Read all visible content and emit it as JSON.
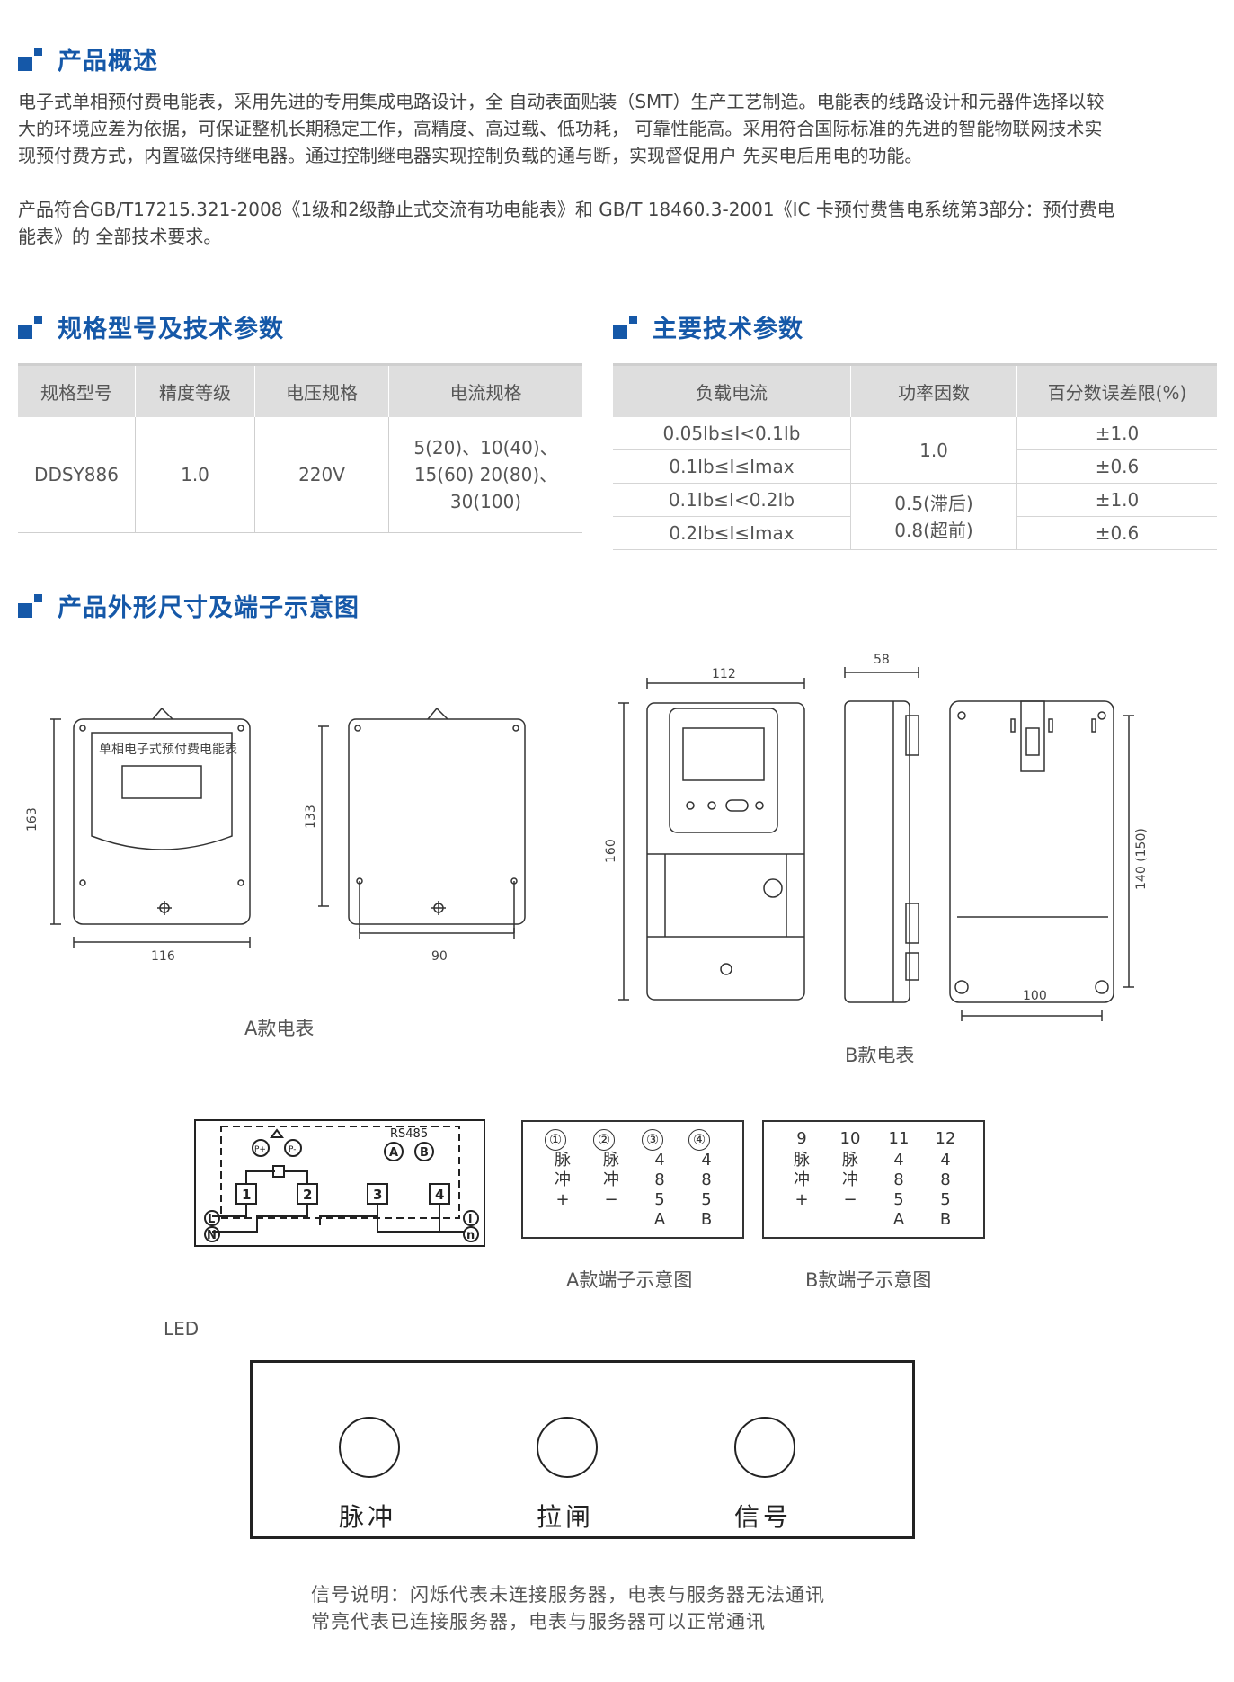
{
  "sections": {
    "overview": "产品概述",
    "spec": "规格型号及技术参数",
    "tech": "主要技术参数",
    "outline": "产品外形尺寸及端子示意图"
  },
  "paragraphs": {
    "p1_l1": "电子式单相预付费电能表，采用先进的专用集成电路设计，全 自动表面贴装（SMT）生产工艺制造。电能表的线路设计和元器件选择以较",
    "p1_l2": "大的环境应差为依据，可保证整机长期稳定工作，高精度、高过载、低功耗， 可靠性能高。采用符合国际标准的先进的智能物联网技术实",
    "p1_l3": "现预付费方式，内置磁保持继电器。通过控制继电器实现控制负载的通与断，实现督促用户 先买电后用电的功能。",
    "p2_l1": "产品符合GB/T17215.321-2008《1级和2级静止式交流有功电能表》和 GB/T 18460.3-2001《IC 卡预付费售电系统第3部分：预付费电",
    "p2_l2": "能表》的 全部技术要求。"
  },
  "spec_table": {
    "headers": [
      "规格型号",
      "精度等级",
      "电压规格",
      "电流规格"
    ],
    "row": [
      "DDSY886",
      "1.0",
      "220V"
    ],
    "current_l1": "5(20)、10(40)、",
    "current_l2": "15(60) 20(80)、",
    "current_l3": "30(100)"
  },
  "tech_table": {
    "headers": [
      "负载电流",
      "功率因数",
      "百分数误差限(%)"
    ],
    "loads": [
      "0.05Ib≤I<0.1Ib",
      "0.1Ib≤I≤Imax",
      "0.1Ib≤I<0.2Ib",
      "0.2Ib≤I≤Imax"
    ],
    "pf1": "1.0",
    "pf2_l1": "0.5(滞后)",
    "pf2_l2": "0.8(超前)",
    "errors": [
      "±1.0",
      "±0.6",
      "±1.0",
      "±0.6"
    ]
  },
  "drawing_a": {
    "front_label": "单相电子式预付费电能表",
    "dims": {
      "height": "163",
      "width": "116",
      "hole_h": "133",
      "hole_w": "90"
    },
    "caption": "A款电表"
  },
  "drawing_b": {
    "dims": {
      "width": "112",
      "depth": "58",
      "height": "160",
      "hole_h": "140 (150)",
      "hole_w": "100"
    },
    "caption": "B款电表"
  },
  "wiring": {
    "rs485": "RS485",
    "pins": [
      "1",
      "2",
      "3",
      "4"
    ],
    "ab": [
      "A",
      "B"
    ],
    "pp": [
      "P+",
      "P-"
    ],
    "ends_left": [
      "L",
      "N"
    ],
    "ends_right": [
      "l",
      "n"
    ]
  },
  "terminals_a": {
    "nums": [
      "①",
      "②",
      "③",
      "④"
    ],
    "cols": [
      [
        "脉",
        "冲",
        "+"
      ],
      [
        "脉",
        "冲",
        "−"
      ],
      [
        "4",
        "8",
        "5",
        "A"
      ],
      [
        "4",
        "8",
        "5",
        "B"
      ]
    ],
    "caption": "A款端子示意图"
  },
  "terminals_b": {
    "nums": [
      "9",
      "10",
      "11",
      "12"
    ],
    "cols": [
      [
        "脉",
        "冲",
        "+"
      ],
      [
        "脉",
        "冲",
        "−"
      ],
      [
        "4",
        "8",
        "5",
        "A"
      ],
      [
        "4",
        "8",
        "5",
        "B"
      ]
    ],
    "caption": "B款端子示意图"
  },
  "led": {
    "title": "LED",
    "labels": [
      "脉冲",
      "拉闸",
      "信号"
    ],
    "note_l1": "信号说明：闪烁代表未连接服务器，电表与服务器无法通讯",
    "note_l2": "常亮代表已连接服务器，电表与服务器可以正常通讯"
  },
  "colors": {
    "accent": "#1558a8",
    "table_header": "#dedede"
  }
}
